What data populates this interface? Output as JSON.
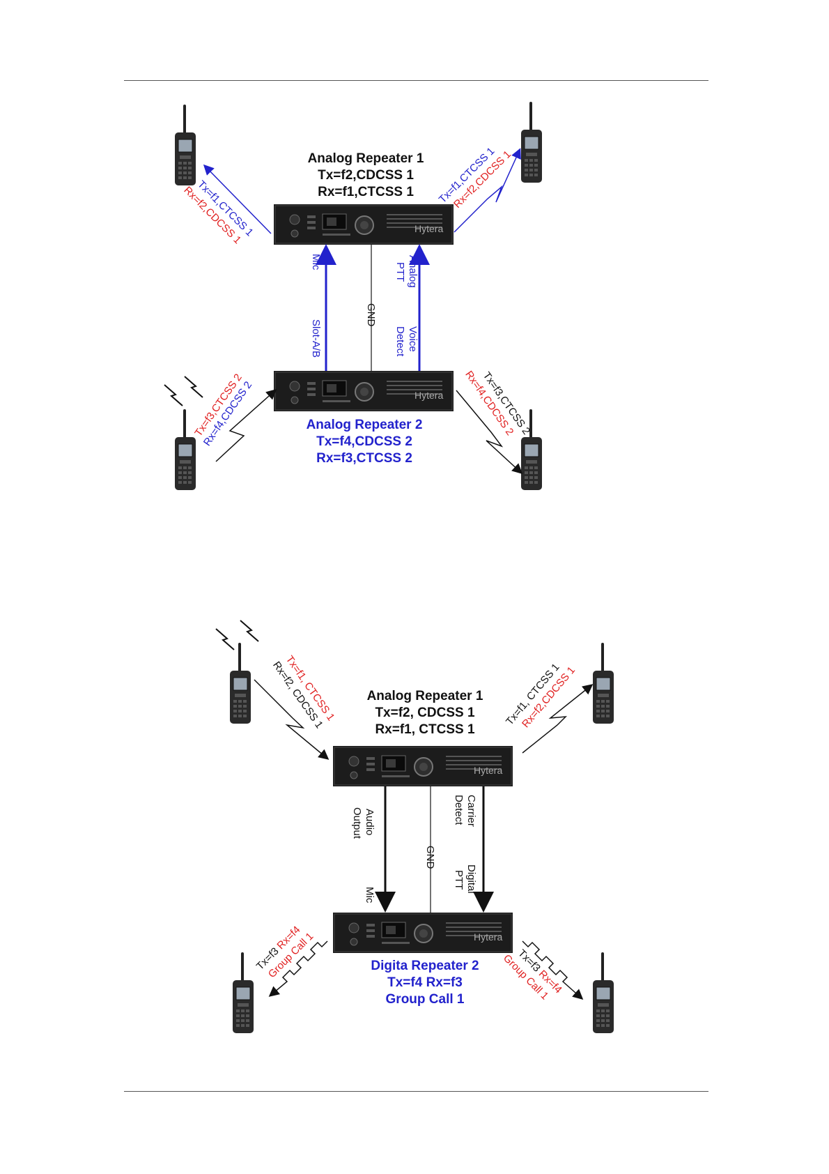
{
  "colors": {
    "blue": "#2222cc",
    "red": "#e02020",
    "black": "#111111",
    "gray": "#444444"
  },
  "device_brand": "Hytera",
  "diagram1": {
    "repeater1": {
      "name": "Analog Repeater 1",
      "tx": "Tx=f2,CDCSS 1",
      "rx": "Rx=f1,CTCSS 1"
    },
    "repeater2": {
      "name": "Analog Repeater 2",
      "tx": "Tx=f4,CDCSS 2",
      "rx": "Rx=f3,CTCSS 2"
    },
    "top_left": {
      "tx": "Tx=f1,CTCSS 1",
      "rx": "Rx=f2,CDCSS 1"
    },
    "top_right": {
      "tx": "Tx=f1,CTCSS 1",
      "rx": "Rx=f2,CDCSS 1"
    },
    "bottom_left": {
      "tx": "Tx=f3,CTCSS 2",
      "rx": "Rx=f4,CDCSS 2"
    },
    "bottom_right": {
      "tx": "Tx=f3,CTCSS 2",
      "rx": "Rx=f4,CDCSS 2"
    },
    "links": {
      "mic": "Mic",
      "slot": "Slot-A/B",
      "gnd": "GND",
      "analog": "Analog",
      "ptt": "PTT",
      "voice": "Voice",
      "detect": "Detect"
    }
  },
  "diagram2": {
    "repeater1": {
      "name": "Analog Repeater 1",
      "tx": "Tx=f2, CDCSS 1",
      "rx": "Rx=f1, CTCSS 1"
    },
    "repeater2": {
      "name": "Digita Repeater 2",
      "txrx": "Tx=f4 Rx=f3",
      "group": "Group Call 1"
    },
    "top_left": {
      "tx": "Tx=f1, CTCSS 1",
      "rx": "Rx=f2, CDCSS 1"
    },
    "top_right": {
      "tx": "Tx=f1, CTCSS 1",
      "rx": "Rx=f2,CDCSS 1"
    },
    "bottom_left": {
      "tx": "Tx=f3",
      "rx": "Rx=f4",
      "group": "Group Call 1"
    },
    "bottom_right": {
      "tx": "Tx=f3",
      "rx": "Rx=f4",
      "group": "Group Call 1"
    },
    "links": {
      "audio": "Audio",
      "output": "Output",
      "gnd": "GND",
      "carrier": "Carrier",
      "detect": "Detect",
      "digital": "Digital",
      "ptt": "PTT",
      "mic": "Mic"
    }
  }
}
